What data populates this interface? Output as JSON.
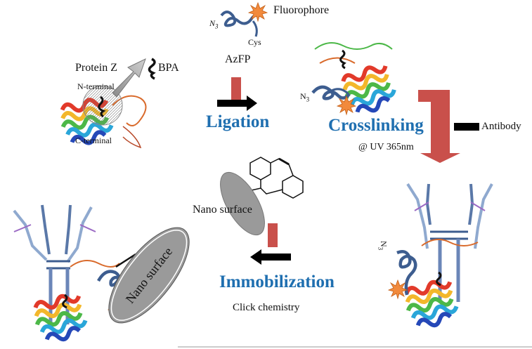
{
  "labels": {
    "fluorophore": "Fluorophore",
    "azide_top": "N",
    "azide_sub": "3",
    "cys": "Cys",
    "azfp": "AzFP",
    "protein_z": "Protein Z",
    "bpa": "BPA",
    "n_terminal": "N-terminal",
    "c_terminal": "C-terminal",
    "antibody": "Antibody",
    "uv": "@ UV 365nm",
    "nano_surface": "Nano surface",
    "click_chemistry": "Click chemistry"
  },
  "steps": {
    "ligation": "Ligation",
    "crosslinking": "Crosslinking",
    "immobilization": "Immobilization"
  },
  "colors": {
    "step_text": "#1f6fb0",
    "inhibit_red": "#c9504b",
    "protein_blue": "#3d5d8f",
    "fluorophore_orange": "#f28a3c",
    "nano_gray": "#9a9a9a",
    "antibody_purple": "#9b6ac4"
  }
}
